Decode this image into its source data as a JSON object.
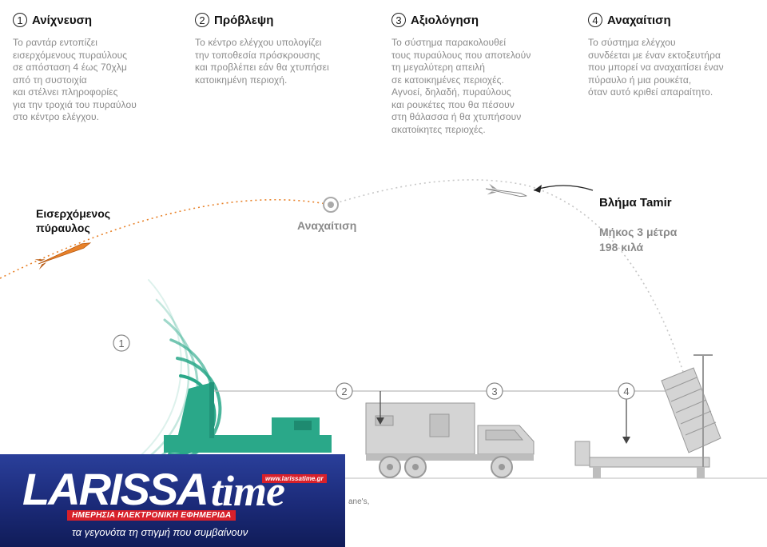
{
  "steps": [
    {
      "num": "1",
      "title": "Ανίχνευση",
      "text": "Το ραντάρ εντοπίζει\nεισερχόμενους πυραύλους\nσε απόσταση 4 έως 70χλμ\nαπό τη συστοιχία\nκαι στέλνει πληροφορίες\nγια την τροχιά του πυραύλου\nστο κέντρο ελέγχου."
    },
    {
      "num": "2",
      "title": "Πρόβλεψη",
      "text": "Το κέντρο ελέγχου υπολογίζει\nτην τοποθεσία πρόσκρουσης\nκαι προβλέπει εάν θα χτυπήσει\nκατοικημένη περιοχή."
    },
    {
      "num": "3",
      "title": "Αξιολόγηση",
      "text": "Το σύστημα παρακολουθεί\nτους πυραύλους που αποτελούν\nτη μεγαλύτερη απειλή\nσε κατοικημένες περιοχές.\nΑγνοεί, δηλαδή, πυραύλους\nκαι ρουκέτες που θα πέσουν\nστη θάλασσα ή θα χτυπήσουν\nακατοίκητες περιοχές."
    },
    {
      "num": "4",
      "title": "Αναχαίτιση",
      "text": "Το σύστημα ελέγχου\nσυνδέεται με έναν εκτοξευτήρα\nπου μπορεί να αναχαιτίσει έναν\nπύραυλο ή μια ρουκέτα,\nόταν αυτό κριθεί απαραίτητο."
    }
  ],
  "diagram": {
    "incoming_missile_label": "Εισερχόμενος\nπύραυλος",
    "interception_label": "Αναχαίτιση",
    "tamir_name": "Βλήμα Tamir",
    "tamir_spec": "Μήκος 3 μέτρα\n198 κιλά",
    "markers": [
      "1",
      "2",
      "3",
      "4"
    ],
    "source_fragment": "ane's,"
  },
  "logo": {
    "word1": "LARISSA",
    "word2": "time",
    "url": "www.larissatime.gr",
    "band": "ΗΜΕΡΗΣΙΑ ΗΛΕΚΤΡΟΝΙΚΗ ΕΦΗΜΕΡΙΔΑ",
    "slogan": "τα γεγονότα τη στιγμή που συμβαίνουν"
  },
  "colors": {
    "radar_green": "#2aa889",
    "trajectory_orange": "#e8822a",
    "gray_vehicle": "#c9c9c9",
    "logo_blue": "#1b2a78",
    "logo_red": "#d8202a"
  }
}
